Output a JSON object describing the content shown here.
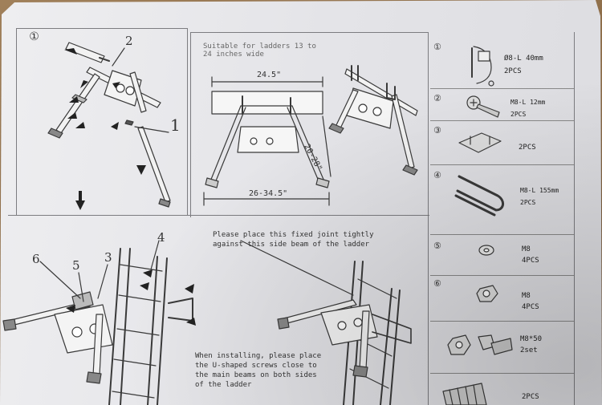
{
  "steps": {
    "step1_number": "①",
    "top_middle": {
      "note_line1": "Suitable for ladders 13 to",
      "note_line2": "24 inches wide",
      "dim_top": "24.5\"",
      "dim_side": "20-28\"",
      "dim_bottom": "26-34.5\""
    },
    "callouts_top": {
      "c1": "1",
      "c2": "2"
    },
    "callouts_bottom": {
      "c3": "3",
      "c4": "4",
      "c5": "5",
      "c6": "6"
    },
    "note_fixed_joint_line1": "Please place this fixed joint tightly",
    "note_fixed_joint_line2": "against this side beam of the ladder",
    "note_ushape_line1": "When installing, please place",
    "note_ushape_line2": "the U-shaped screws close to",
    "note_ushape_line3": "the main beams on both sides",
    "note_ushape_line4": "of the ladder"
  },
  "parts": [
    {
      "num": "①",
      "spec": "Ø8-L 40mm",
      "qty": "2PCS",
      "icon": "pin-icon"
    },
    {
      "num": "②",
      "spec": "M8-L 12mm",
      "qty": "2PCS",
      "icon": "screw-icon"
    },
    {
      "num": "③",
      "spec": "",
      "qty": "2PCS",
      "icon": "bracket-icon"
    },
    {
      "num": "④",
      "spec": "M8-L 155mm",
      "qty": "2PCS",
      "icon": "u-bolt-icon"
    },
    {
      "num": "⑤",
      "spec": "M8",
      "qty": "4PCS",
      "icon": "washer-icon"
    },
    {
      "num": "⑥",
      "spec": "M8",
      "qty": "4PCS",
      "icon": "nut-icon"
    },
    {
      "num": "",
      "spec": "M8*50",
      "qty": "2set",
      "icon": "bolt-nut-set-icon"
    },
    {
      "num": "",
      "spec": "",
      "qty": "2PCS",
      "icon": "foot-cap-icon"
    }
  ]
}
